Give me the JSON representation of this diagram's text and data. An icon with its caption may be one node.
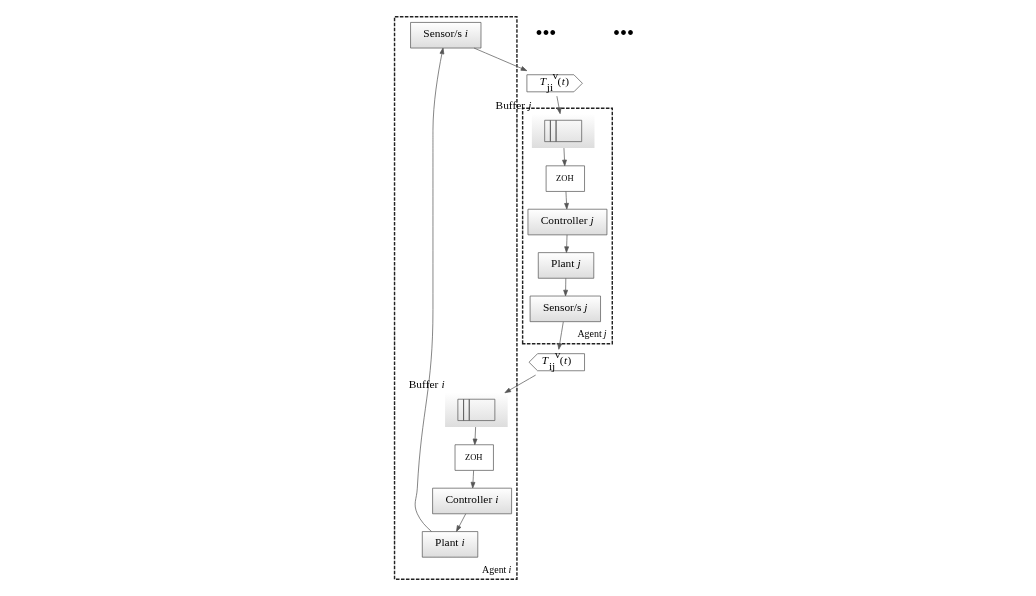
{
  "diagram": {
    "nodes": [
      {
        "text": [
          "Agent *i*"
        ]
      },
      {
        "text": [
          "Sensor/s *i*"
        ],
        "in": 0
      },
      {
        "text": [
          "Plant *i*"
        ],
        "in": 0
      },
      {
        "text": [
          "Controller *i*"
        ],
        "in": 0
      },
      {
        "text": [
          "ZOH"
        ],
        "in": 0
      },
      {
        "text": [],
        "shape": "box",
        "beside": [
          "Buffer *i*"
        ],
        "in": 0
      },
      {
        "text": [
          "*T*$_{ji}$$^{v}$(*t*)"
        ]
      },
      {
        "text": [
          "Agent *j*"
        ]
      },
      {
        "text": [],
        "shape": "box",
        "beside": [
          "Buffer *j*"
        ],
        "in": 7
      },
      {
        "text": [
          "ZOH"
        ],
        "in": 7
      },
      {
        "text": [
          "Controller *j*"
        ],
        "in": 7
      },
      {
        "text": [
          "Plant *j*"
        ],
        "in": 7
      },
      {
        "text": [
          "Sensor/s *j*"
        ],
        "in": 7
      },
      {
        "text": [
          "*T*$_{ij}$$^{v}$(*t*)"
        ]
      }
    ],
    "edges": [
      {
        "from": 1,
        "to": 6,
        "arrow": "to"
      },
      {
        "from": 6,
        "to": 8,
        "arrow": "to"
      },
      {
        "from": 8,
        "to": 9,
        "arrow": "to"
      },
      {
        "from": 9,
        "to": 10,
        "arrow": "to"
      },
      {
        "from": 10,
        "to": 11,
        "arrow": "to"
      },
      {
        "from": 11,
        "to": 12,
        "arrow": "to"
      },
      {
        "from": 12,
        "to": 13,
        "arrow": "to"
      },
      {
        "from": 13,
        "to": 5,
        "arrow": "to"
      },
      {
        "from": 5,
        "to": 4,
        "arrow": "to"
      },
      {
        "from": 4,
        "to": 3,
        "arrow": "to"
      },
      {
        "from": 3,
        "to": 2,
        "arrow": "to"
      },
      {
        "from": 2,
        "to": 1,
        "arrow": "to"
      }
    ],
    "labels": [
      "•••",
      "•••"
    ]
  }
}
